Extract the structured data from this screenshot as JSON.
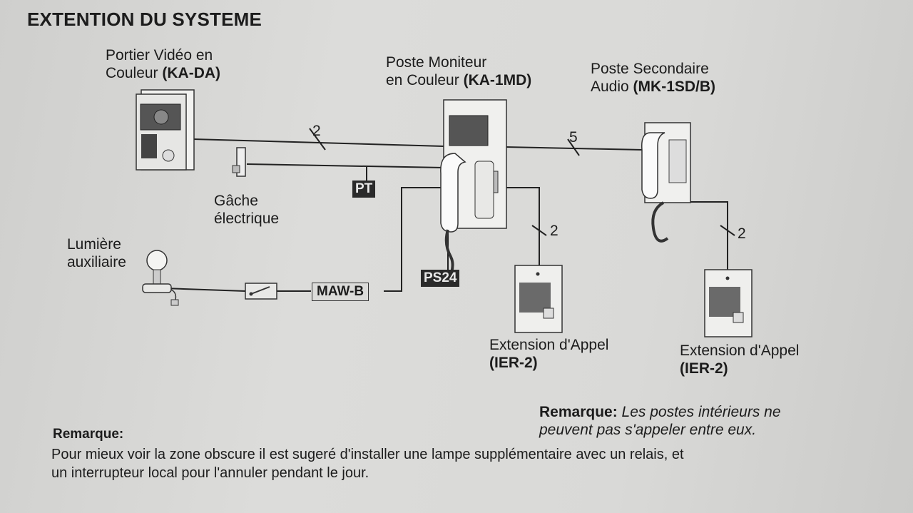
{
  "title": "EXTENTION DU SYSTEME",
  "devices": {
    "video_door": {
      "name_line1": "Portier Vidéo en",
      "name_line2_prefix": "Couleur ",
      "model": "(KA-DA)"
    },
    "monitor": {
      "name_line1": "Poste Moniteur",
      "name_line2_prefix": "en Couleur ",
      "model": "(KA-1MD)"
    },
    "secondary": {
      "name_line1": "Poste Secondaire",
      "name_line2_prefix": "Audio ",
      "model": "(MK-1SD/B)"
    },
    "strike": {
      "line1": "Gâche",
      "line2": "électrique"
    },
    "aux_light": {
      "line1": "Lumière",
      "line2": "auxiliaire"
    },
    "ext1": {
      "line1": "Extension d'Appel",
      "line2": "(IER-2)"
    },
    "ext2": {
      "line1": "Extension d'Appel",
      "line2": "(IER-2)"
    }
  },
  "components": {
    "pt": "PT",
    "ps24": "PS24",
    "maw": "MAW-B"
  },
  "wire_counts": {
    "door_monitor": "2",
    "monitor_secondary": "5",
    "monitor_ext": "2",
    "secondary_ext": "2"
  },
  "remark_right": {
    "label": "Remarque:",
    "line1": "Les postes intérieurs ne",
    "line2": "peuvent pas s'appeler entre eux."
  },
  "remark_bottom": {
    "label": "Remarque:",
    "line1": "Pour mieux voir la zone obscure il est sugeré d'installer une lampe supplémentaire avec un relais, et",
    "line2": "un interrupteur local pour l'annuler pendant le jour."
  },
  "colors": {
    "ink": "#1c1c1c",
    "paper": "#d6d6d4",
    "badge": "#2a2a2a"
  }
}
